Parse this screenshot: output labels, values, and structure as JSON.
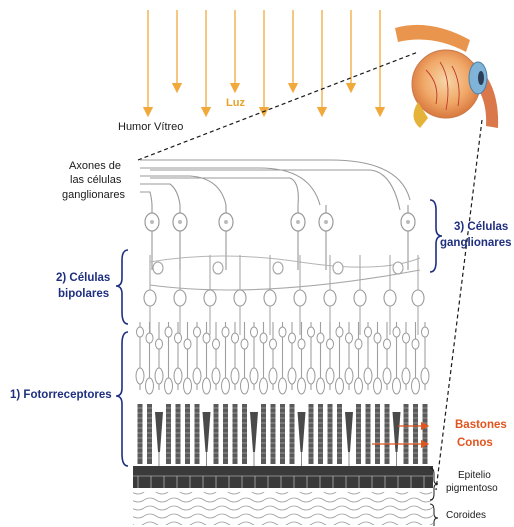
{
  "labels": {
    "luz": "Luz",
    "humor_vitreo": "Humor Vítreo",
    "axones_1": "Axones de",
    "axones_2": "las células",
    "axones_3": "ganglionares",
    "ganglionares_1": "3) Células",
    "ganglionares_2": "ganglionares",
    "bipolares_1": "2) Células",
    "bipolares_2": "bipolares",
    "fotorreceptores": "1) Fotorreceptores",
    "bastones": "Bastones",
    "conos": "Conos",
    "epitelio_1": "Epitelio",
    "epitelio_2": "pigmentoso",
    "coroides": "Coroides"
  },
  "colors": {
    "light_arrows": "#f0a93a",
    "layer_brackets": "#1f2f7f",
    "photoreceptor_pointer": "#e0541e",
    "text": "#1a1a1a"
  },
  "icons": {
    "eye": "eyeball-illustration-icon"
  }
}
